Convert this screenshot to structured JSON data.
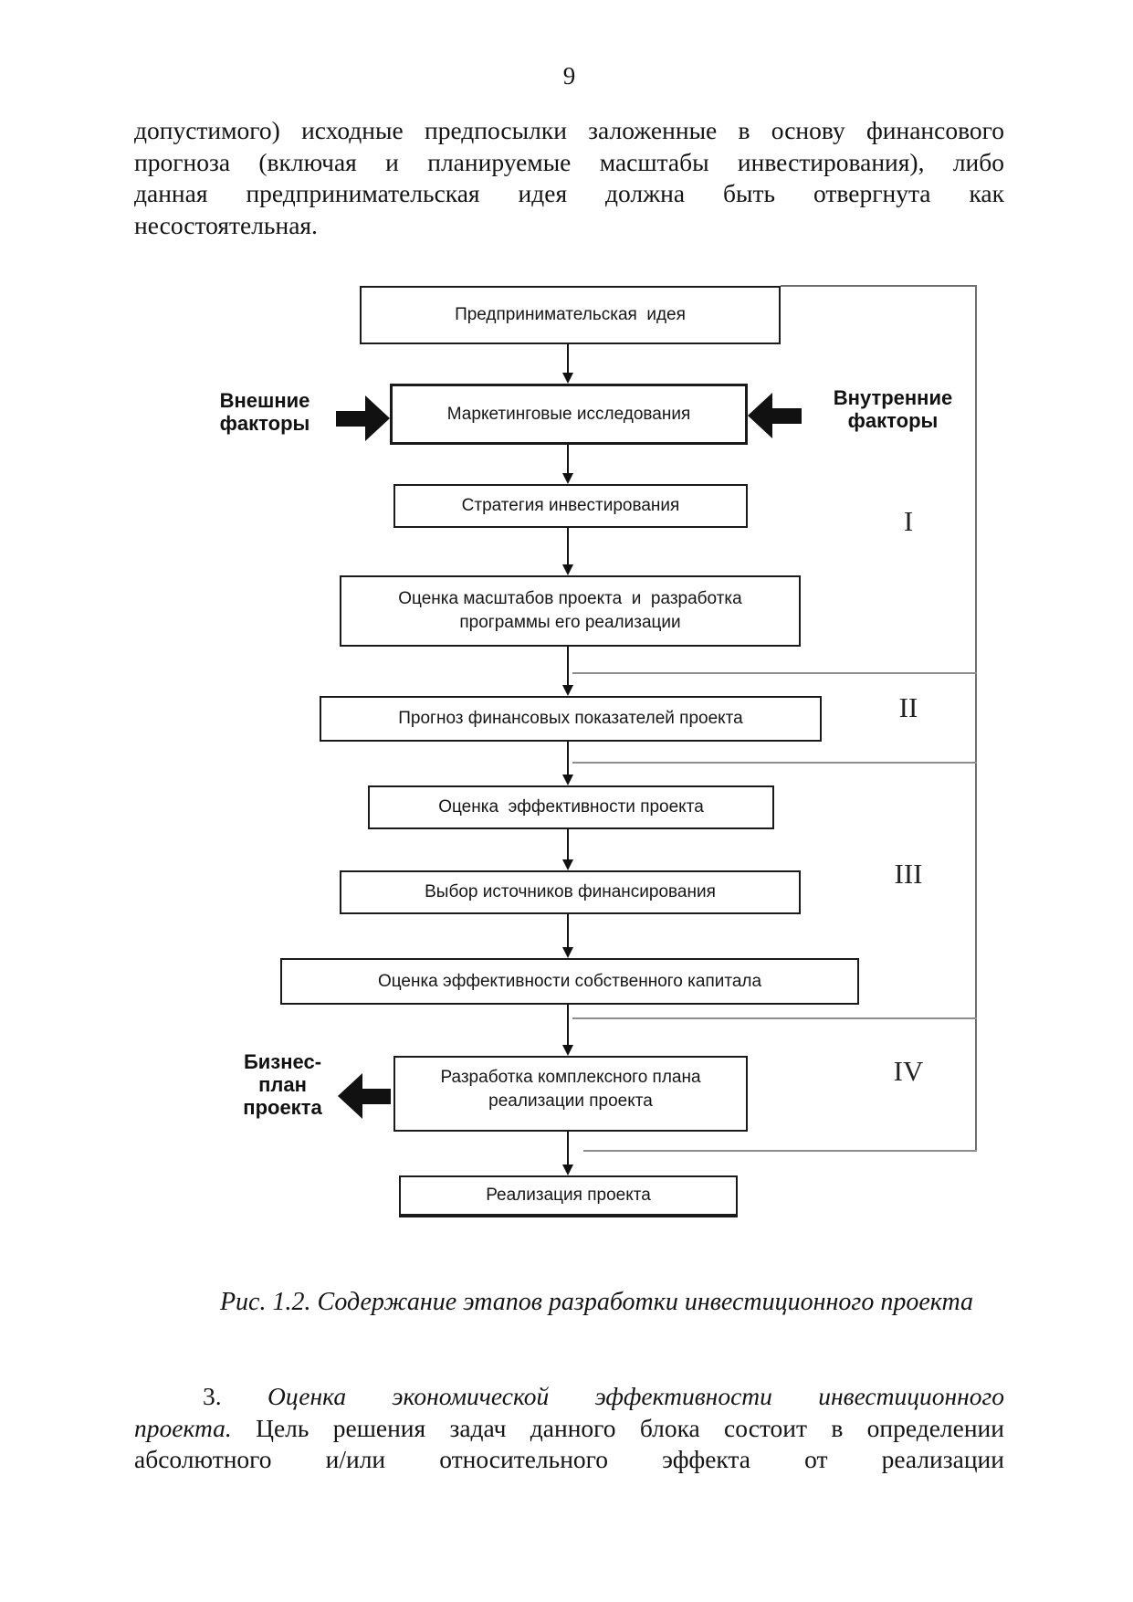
{
  "page": {
    "number": "9"
  },
  "top_paragraph": {
    "lines": [
      "допустимого) исходные предпосылки заложенные в основу финансового",
      "прогноза (включая и планируемые масштабы инвестирования), либо",
      "данная предпринимательская идея должна быть отвергнута как",
      "несостоятельная."
    ]
  },
  "figure": {
    "caption": "Рис. 1.2. Содержание этапов разработки инвестиционного проекта",
    "boxes": [
      {
        "label": "Предпринимательская  идея"
      },
      {
        "label": "Маркетинговые исследования"
      },
      {
        "label": "Стратегия инвестирования"
      },
      {
        "label": "Оценка масштабов проекта  и  разработка\nпрограммы его реализации"
      },
      {
        "label": "Прогноз финансовых показателей проекта"
      },
      {
        "label": "Оценка  эффективности проекта"
      },
      {
        "label": "Выбор источников финансирования"
      },
      {
        "label": "Оценка эффективности собственного капитала"
      },
      {
        "label": "Разработка комплексного плана\nреализации проекта"
      },
      {
        "label": "Реализация проекта"
      }
    ],
    "side_labels": {
      "external": "Внешние\nфакторы",
      "internal": "Внутренние\nфакторы",
      "business_plan": "Бизнес-\nплан\nпроекта"
    },
    "stage_numerals": [
      "I",
      "II",
      "III",
      "IV"
    ]
  },
  "bottom_paragraph": {
    "line1_num": "3. ",
    "line1_italic": "Оценка экономической эффективности инвестиционного",
    "line2_italic": "проекта.",
    "line2_rest": " Цель решения задач данного блока состоит в определении",
    "line3": "абсолютного и/или относительного эффекта от реализации"
  },
  "colors": {
    "ink": "#141414",
    "line_gray": "#8d8d8d",
    "background": "#ffffff"
  }
}
